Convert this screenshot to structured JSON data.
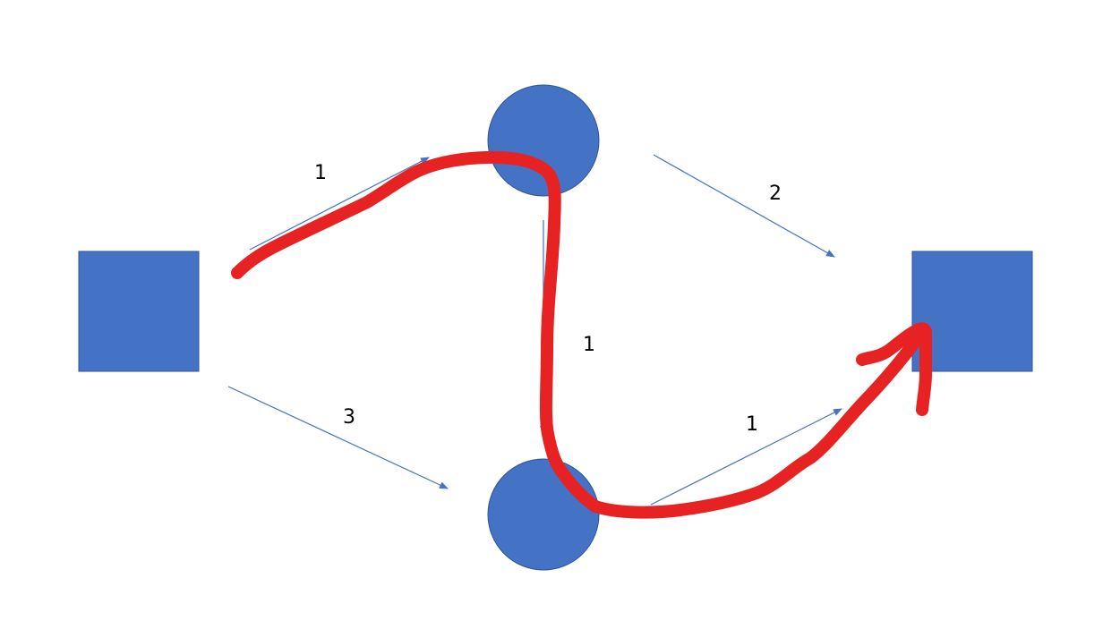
{
  "colors": {
    "node_fill": "#4472c4",
    "node_stroke": "#2f5597",
    "edge": "#4472c4",
    "highlight_path": "#e62222",
    "label": "#000000"
  },
  "nodes": [
    {
      "id": "source",
      "shape": "square"
    },
    {
      "id": "top",
      "shape": "circle"
    },
    {
      "id": "bottom",
      "shape": "circle"
    },
    {
      "id": "sink",
      "shape": "square"
    }
  ],
  "edges": [
    {
      "from": "source",
      "to": "top",
      "weight": "1"
    },
    {
      "from": "top",
      "to": "sink",
      "weight": "2"
    },
    {
      "from": "top",
      "to": "bottom",
      "weight": "1"
    },
    {
      "from": "source",
      "to": "bottom",
      "weight": "3"
    },
    {
      "from": "bottom",
      "to": "sink",
      "weight": "1"
    }
  ],
  "highlighted_path": [
    "source",
    "top",
    "bottom",
    "sink"
  ]
}
